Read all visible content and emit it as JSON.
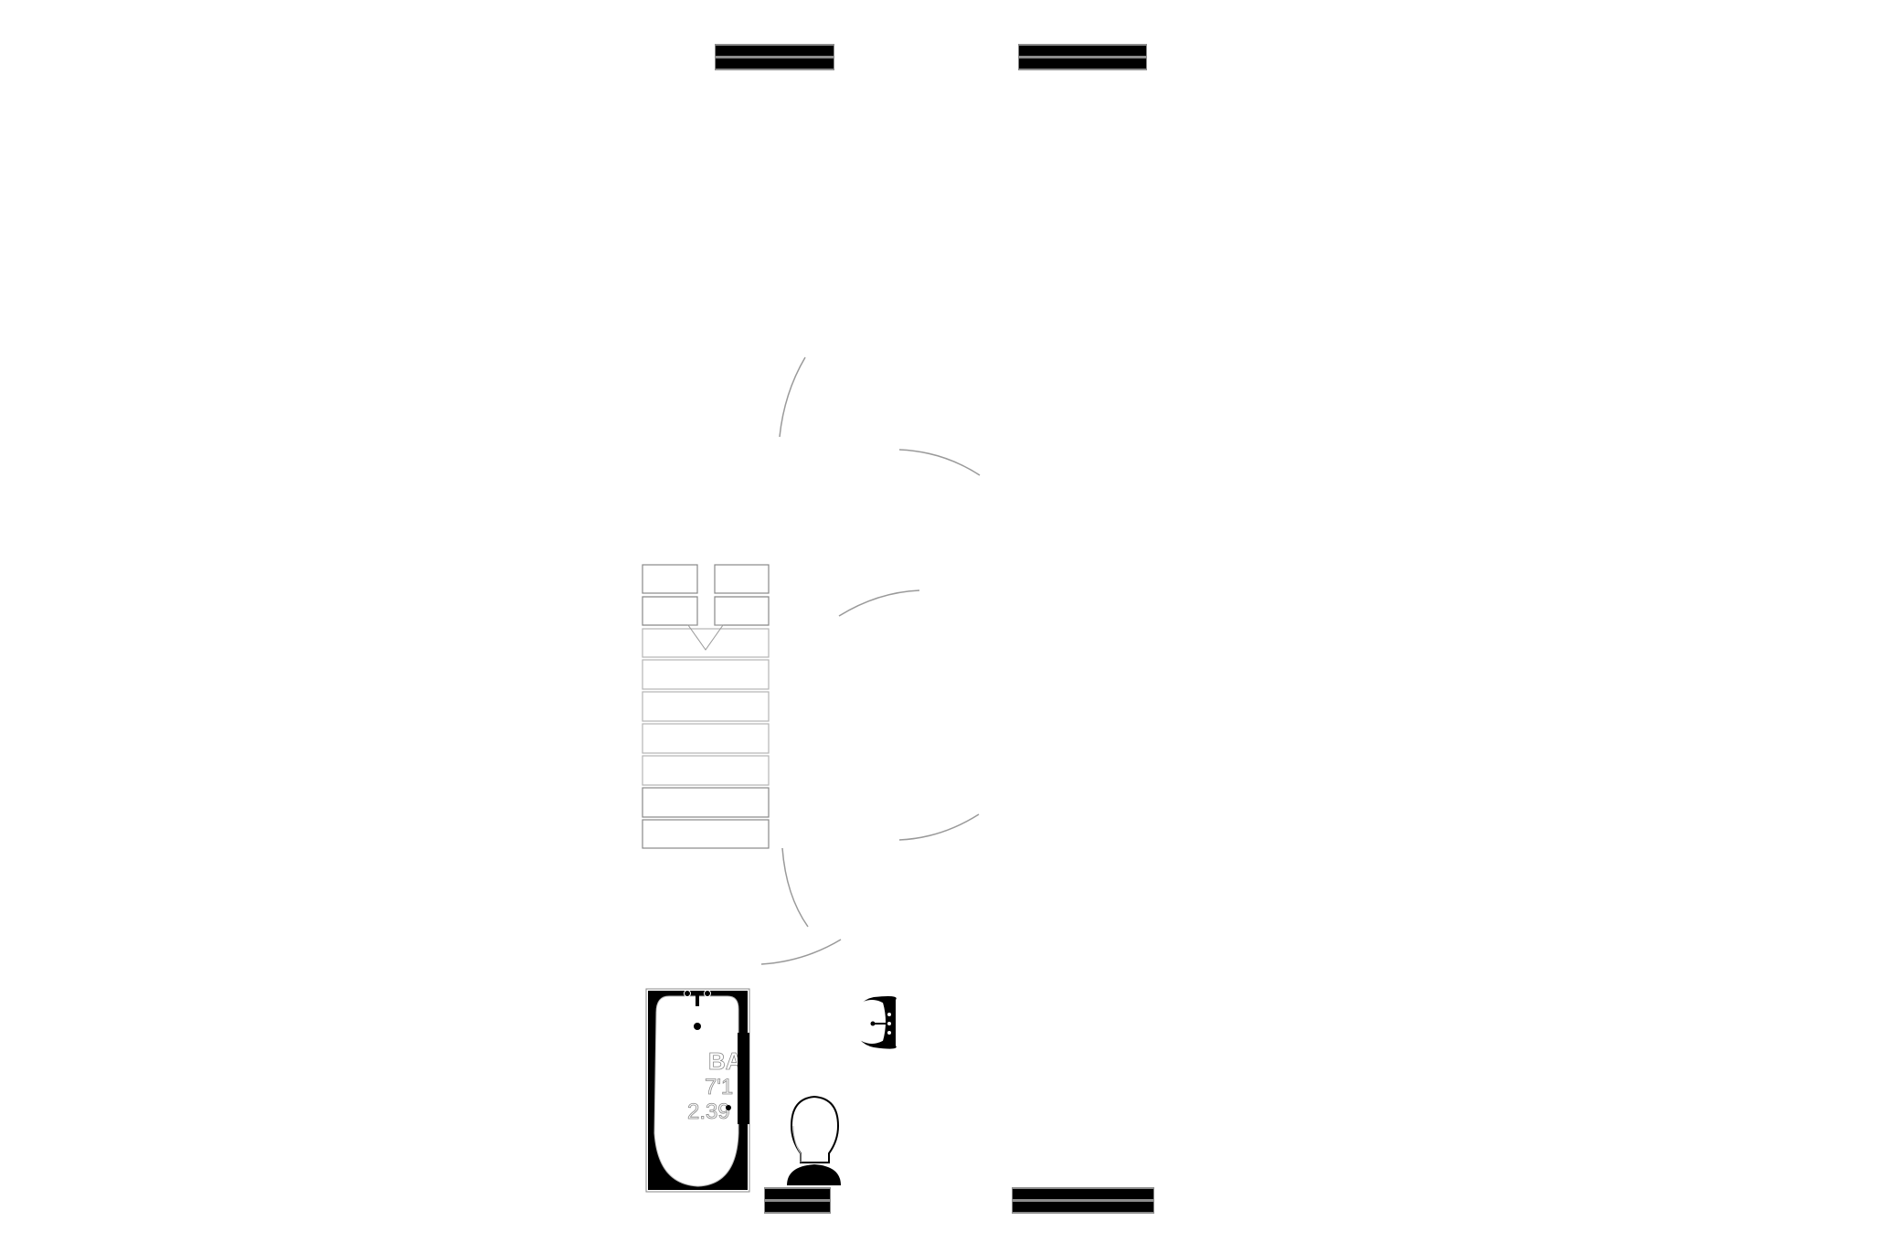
{
  "diagram": {
    "type": "floor-plan",
    "colors": {
      "background": "#ffffff",
      "fixture_fill": "#000000",
      "line": "#9a9a9a",
      "stair_line": "#b5b5b5",
      "window_frame": "#8c8c8c"
    },
    "rooms": [
      {
        "name": "bath",
        "label_lines": [
          "BA",
          "7'1",
          "2.39"
        ]
      }
    ],
    "windows": [
      {
        "id": "window-top-left",
        "wall": "top"
      },
      {
        "id": "window-top-right",
        "wall": "top"
      },
      {
        "id": "window-bottom-left",
        "wall": "bottom"
      },
      {
        "id": "window-bottom-right",
        "wall": "bottom"
      }
    ],
    "stairs": {
      "treads": 9,
      "split_treads": 2,
      "direction": "down"
    },
    "door_swings": 6,
    "fixtures": [
      "bathtub",
      "sink",
      "toilet"
    ]
  }
}
